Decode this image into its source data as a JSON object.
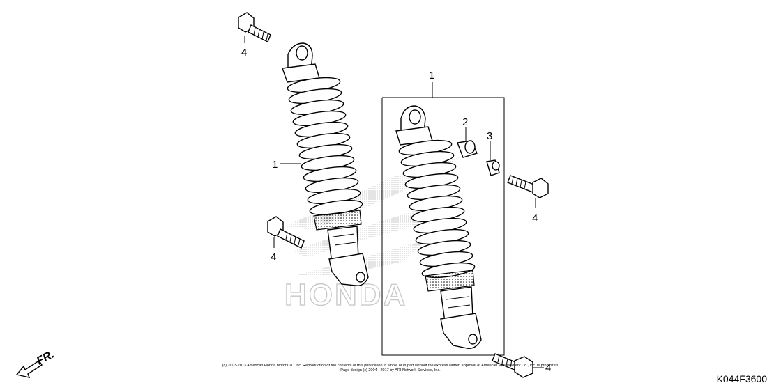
{
  "callouts": {
    "part_1_left": "1",
    "part_1_right": "1",
    "part_2": "2",
    "part_3": "3",
    "part_4_topleft": "4",
    "part_4_midleft": "4",
    "part_4_right": "4",
    "part_4_bottom": "4"
  },
  "direction": {
    "label": "FR."
  },
  "watermark": {
    "text": "HONDA"
  },
  "diagram_code": "K044F3600",
  "copyright": {
    "line1": "(c) 2003-2013 American Honda Motor Co., Inc. Reproduction of the contents of this publication in whole or in part without the express written approval of American Honda Motor Co., Inc. is prohibited.",
    "line2": "Page design (c) 2004 - 2017 by ARI Network Services, Inc."
  }
}
